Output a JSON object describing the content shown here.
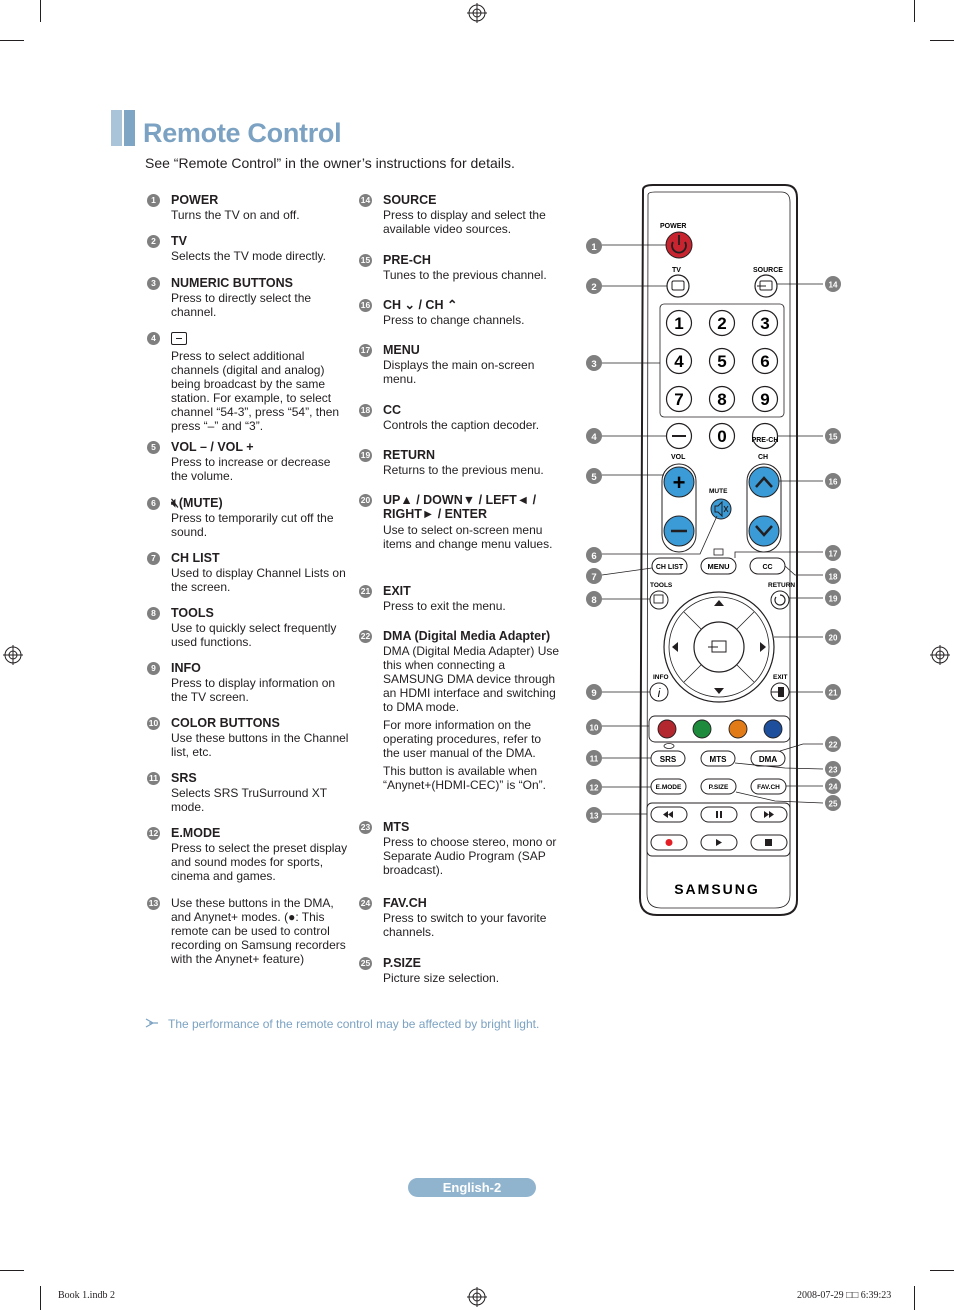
{
  "title": "Remote Control",
  "subtitle": "See “Remote Control” in the owner’s instructions for details.",
  "items_left": [
    {
      "num": "1",
      "heading": "POWER",
      "text": "Turns the TV on and off."
    },
    {
      "num": "2",
      "heading": "TV",
      "text": "Selects the TV mode directly."
    },
    {
      "num": "3",
      "heading": "NUMERIC BUTTONS",
      "text": "Press to directly select the channel."
    },
    {
      "num": "4",
      "heading": "",
      "text": "Press to select additional channels (digital and analog) being broadcast by the same station. For example, to select channel “54-3”, press “54”, then press “–” and “3”."
    },
    {
      "num": "5",
      "heading": "VOL – / VOL +",
      "text": "Press to increase or decrease the volume."
    },
    {
      "num": "6",
      "heading": "(MUTE)",
      "text": "Press to temporarily cut off the sound."
    },
    {
      "num": "7",
      "heading": "CH LIST",
      "text": "Used to display Channel Lists on the screen."
    },
    {
      "num": "8",
      "heading": "TOOLS",
      "text": "Use to quickly select frequently used functions."
    },
    {
      "num": "9",
      "heading": "INFO",
      "text": "Press to display information on the TV screen."
    },
    {
      "num": "10",
      "heading": "COLOR BUTTONS",
      "text": "Use these buttons in the Channel list, etc."
    },
    {
      "num": "11",
      "heading": "SRS",
      "text": "Selects SRS TruSurround XT mode."
    },
    {
      "num": "12",
      "heading": "E.MODE",
      "text": "Press to select the preset display and sound modes for sports, cinema and games."
    },
    {
      "num": "13",
      "heading": "",
      "text": "Use these buttons in the DMA, and Anynet+ modes. (●: This remote can be used to control recording on Samsung recorders with the Anynet+ feature)"
    }
  ],
  "items_right": [
    {
      "num": "14",
      "heading": "SOURCE",
      "text": "Press to display and select the available video sources."
    },
    {
      "num": "15",
      "heading": "PRE-CH",
      "text": "Tunes to the previous channel."
    },
    {
      "num": "16",
      "heading": "CH ⌄ / CH ⌃",
      "text": "Press to change channels."
    },
    {
      "num": "17",
      "heading": "MENU",
      "text": "Displays the main on-screen menu."
    },
    {
      "num": "18",
      "heading": "CC",
      "text": "Controls the caption decoder."
    },
    {
      "num": "19",
      "heading": "RETURN",
      "text": "Returns to the previous menu."
    },
    {
      "num": "20",
      "heading": "UP▲ / DOWN▼ / LEFT◄ / RIGHT► / ENTER",
      "text": "Use to select on-screen menu items and change menu values."
    },
    {
      "num": "21",
      "heading": "EXIT",
      "text": "Press to exit the menu."
    },
    {
      "num": "22",
      "heading": "DMA (Digital Media Adapter)",
      "text": "DMA (Digital Media Adapter) Use this when connecting a SAMSUNG DMA device through an HDMI interface and switching to DMA mode.",
      "p2": "For more information on the operating procedures, refer to the user manual of the DMA.",
      "p3": "This button is available when “Anynet+(HDMI-CEC)” is “On”."
    },
    {
      "num": "23",
      "heading": "MTS",
      "text": "Press to choose stereo, mono or Separate Audio Program (SAP broadcast)."
    },
    {
      "num": "24",
      "heading": "FAV.CH",
      "text": "Press to switch to your favorite channels."
    },
    {
      "num": "25",
      "heading": "P.SIZE",
      "text": "Picture size selection."
    }
  ],
  "remote": {
    "power": "POWER",
    "tv": "TV",
    "source": "SOURCE",
    "digits": [
      "1",
      "2",
      "3",
      "4",
      "5",
      "6",
      "7",
      "8",
      "9",
      "0"
    ],
    "prech": "PRE-CH",
    "vol": "VOL",
    "ch": "CH",
    "mute": "MUTE",
    "chlist": "CH LIST",
    "menu": "MENU",
    "cc": "CC",
    "tools": "TOOLS",
    "return": "RETURN",
    "info": "INFO",
    "exit": "EXIT",
    "srs": "SRS",
    "mts": "MTS",
    "dma": "DMA",
    "emode": "E.MODE",
    "psize": "P.SIZE",
    "favch": "FAV.CH",
    "brand": "SAMSUNG",
    "callouts_left": [
      "1",
      "2",
      "3",
      "4",
      "5",
      "6",
      "7",
      "8",
      "9",
      "10",
      "11",
      "12",
      "13"
    ],
    "callouts_right": [
      "14",
      "15",
      "16",
      "17",
      "18",
      "19",
      "20",
      "21",
      "22",
      "23",
      "24",
      "25"
    ],
    "colors": {
      "red": "#b3272f",
      "green": "#1e8a3c",
      "yellow": "#e07b18",
      "blue": "#1d4f9c",
      "power": "#c8242f",
      "light_blue": "#3b9bd6"
    }
  },
  "note": "The performance of the remote control may be affected by bright light.",
  "page_label": "English-2",
  "footer_left": "Book 1.indb   2",
  "footer_right": "2008-07-29   □□ 6:39:23"
}
